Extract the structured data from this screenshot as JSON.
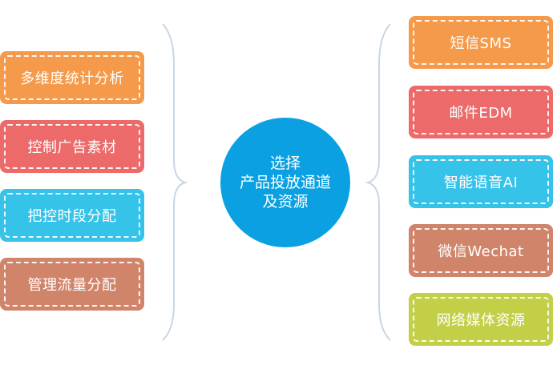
{
  "colors": {
    "orange": "#f59a4a",
    "red": "#ec6a6a",
    "cyan": "#35c3ea",
    "brown": "#d0846a",
    "yellow_green": "#c3cf47",
    "center": "#0aa0e2",
    "brace": "#c9d6e6"
  },
  "center": {
    "lines": [
      "选择",
      "产品投放通道",
      "及资源"
    ]
  },
  "left_items": [
    {
      "label": "多维度统计分析",
      "color": "orange"
    },
    {
      "label": "控制广告素材",
      "color": "red"
    },
    {
      "label": "把控时段分配",
      "color": "cyan"
    },
    {
      "label": "管理流量分配",
      "color": "brown"
    }
  ],
  "right_items": [
    {
      "label": "短信SMS",
      "color": "orange"
    },
    {
      "label": "邮件EDM",
      "color": "red"
    },
    {
      "label": "智能语音AI",
      "color": "cyan"
    },
    {
      "label": "微信Wechat",
      "color": "brown"
    },
    {
      "label": "网络媒体资源",
      "color": "yellow_green"
    }
  ]
}
